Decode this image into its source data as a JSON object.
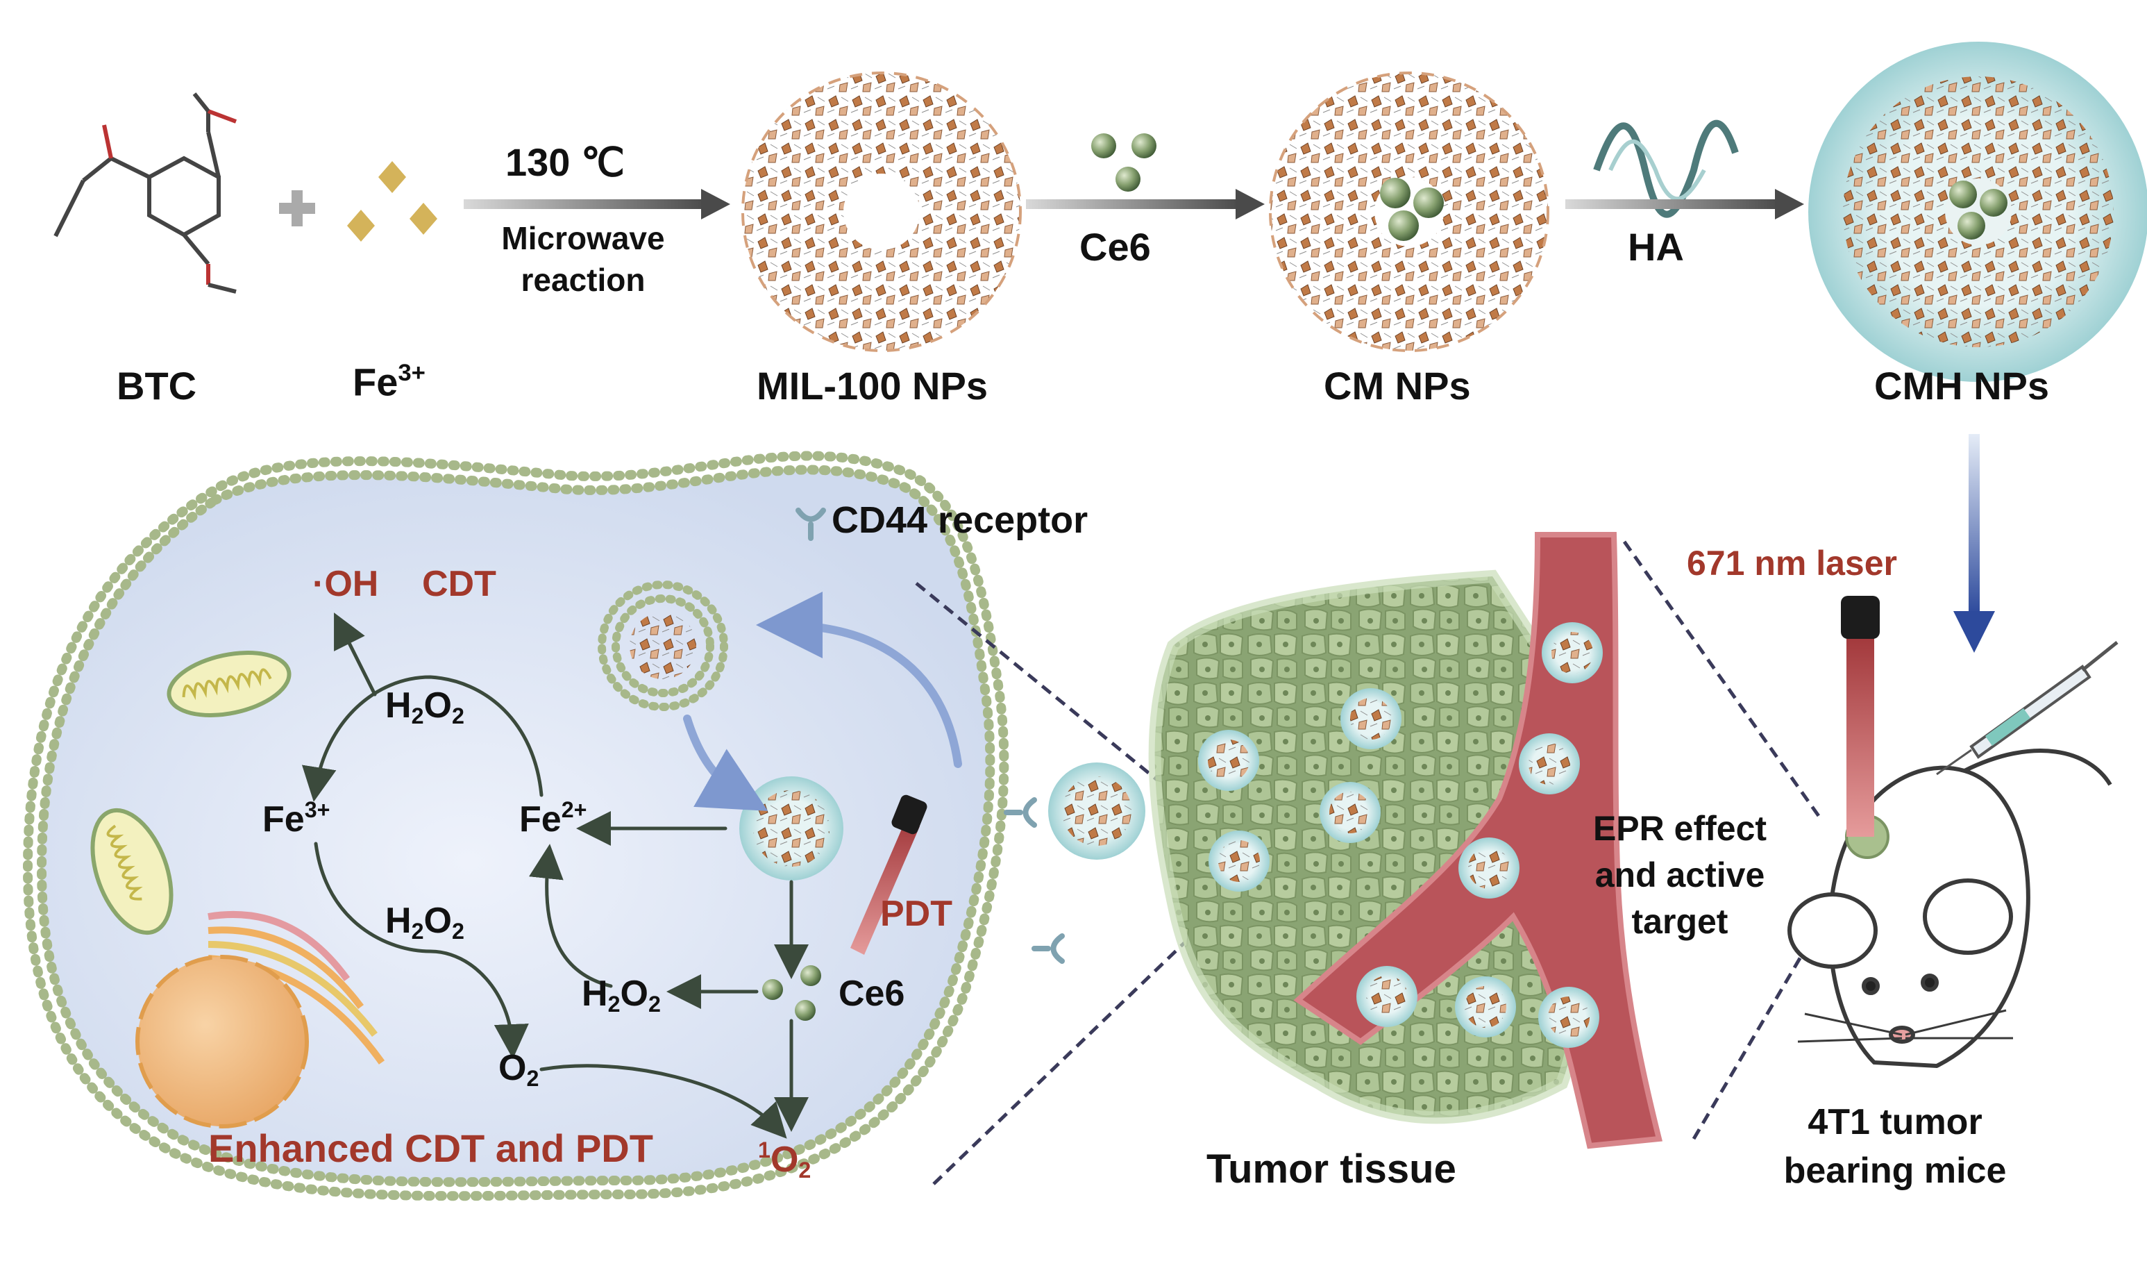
{
  "synthesis": {
    "btc_label": "BTC",
    "fe3_label": {
      "base": "Fe",
      "sup": "3+"
    },
    "step1_temp": "130 ℃",
    "step1_method_line1": "Microwave",
    "step1_method_line2": "reaction",
    "mil100_label": "MIL-100 NPs",
    "step2_reagent": "Ce6",
    "cm_label": "CM NPs",
    "step3_reagent": "HA",
    "cmh_label": "CMH NPs"
  },
  "cell": {
    "cd44_label": "CD44 receptor",
    "oh_label": "·OH",
    "cdt_label": "CDT",
    "h2o2_top": {
      "base": "H",
      "sub1": "2",
      "mid": "O",
      "sub2": "2"
    },
    "fe3_node": {
      "base": "Fe",
      "sup": "3+"
    },
    "fe2_node": {
      "base": "Fe",
      "sup": "2+"
    },
    "h2o2_mid": {
      "base": "H",
      "sub1": "2",
      "mid": "O",
      "sub2": "2"
    },
    "h2o2_right": {
      "base": "H",
      "sub1": "2",
      "mid": "O",
      "sub2": "2"
    },
    "o2_label": {
      "base": "O",
      "sub": "2"
    },
    "singlet_o2_label": {
      "sup": "1",
      "base": "O",
      "sub": "2"
    },
    "ce6_label": "Ce6",
    "pdt_label": "PDT",
    "enhanced_label": "Enhanced CDT and PDT"
  },
  "tissue": {
    "tumor_tissue_label": "Tumor tissue",
    "epr_line1": "EPR effect",
    "epr_line2": "and active",
    "epr_line3": "target"
  },
  "mouse": {
    "laser_label": "671 nm laser",
    "model_line1": "4T1 tumor",
    "model_line2": "bearing mice"
  },
  "colors": {
    "text": "#111111",
    "accent_red": "#a2382b",
    "mof_orange": "#c8875a",
    "ce6_green": "#7c9a6a",
    "cell_fill": "#dde6f5",
    "membrane": "#a7b88a",
    "tissue_cell": "#a9c08e",
    "vessel": "#b9545a",
    "arrow_dark": "#3b4a3c",
    "arrow_blue": "#3a55a8"
  }
}
